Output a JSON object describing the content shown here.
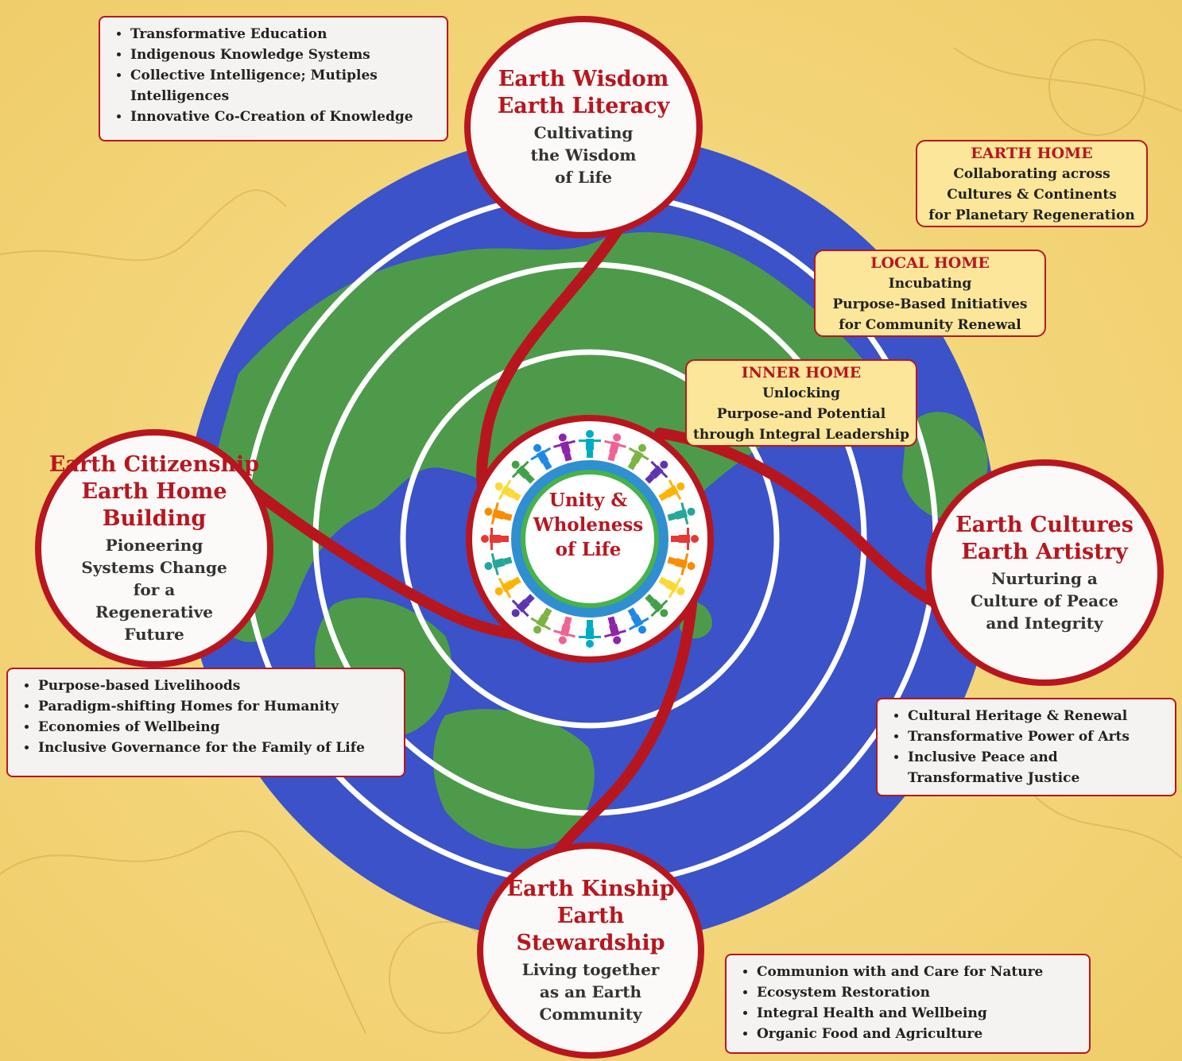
{
  "colors": {
    "background": "#f6d77a",
    "ocean": "#3b52c8",
    "land": "#4d9b4a",
    "ring": "#ffffff",
    "accent_red": "#b8161f",
    "home_box_fill": "#fbe69a",
    "list_box_fill": "#f4f3f1"
  },
  "center": {
    "label": "Unity & Wholeness of Life",
    "icon": "people-holding-hands-ring-icon"
  },
  "earth_wisdom": {
    "title1": "Earth Wisdom",
    "title2": "Earth Literacy",
    "subtitle": "Cultivating the Wisdom of Life",
    "items": [
      "Transformative Education",
      "Indigenous Knowledge Systems",
      "Collective Intelligence;  Mutiples Intelligences",
      "Innovative Co-Creation of Knowledge"
    ]
  },
  "earth_citizenship": {
    "title1": "Earth Citizenship",
    "title2": "Earth Home Building",
    "subtitle": "Pioneering Systems Change for a Regenerative Future",
    "items": [
      "Purpose-based Livelihoods",
      "Paradigm-shifting Homes for Humanity",
      "Economies of Wellbeing",
      "Inclusive Governance for the Family of Life"
    ]
  },
  "earth_cultures": {
    "title1": "Earth Cultures",
    "title2": "Earth Artistry",
    "subtitle": "Nurturing a Culture of Peace and Integrity",
    "items": [
      "Cultural Heritage & Renewal",
      "Transformative Power of Arts",
      "Inclusive Peace and Transformative  Justice"
    ]
  },
  "earth_kinship": {
    "title1": "Earth Kinship",
    "title2": "Earth Stewardship",
    "subtitle": "Living together as an Earth Community",
    "items": [
      "Communion with and Care for Nature",
      "Ecosystem Restoration",
      "Integral Health and Wellbeing",
      "Organic Food and Agriculture"
    ]
  },
  "earth_home": {
    "heading": "EARTH HOME",
    "lines": [
      "Collaborating across",
      "Cultures & Continents",
      "for Planetary Regeneration"
    ]
  },
  "local_home": {
    "heading": "LOCAL HOME",
    "lines": [
      "Incubating",
      "Purpose-Based Initiatives",
      "for Community Renewal"
    ]
  },
  "inner_home": {
    "heading": "INNER HOME",
    "lines": [
      "Unlocking",
      "Purpose-and Potential",
      "through Integral Leadership"
    ]
  }
}
